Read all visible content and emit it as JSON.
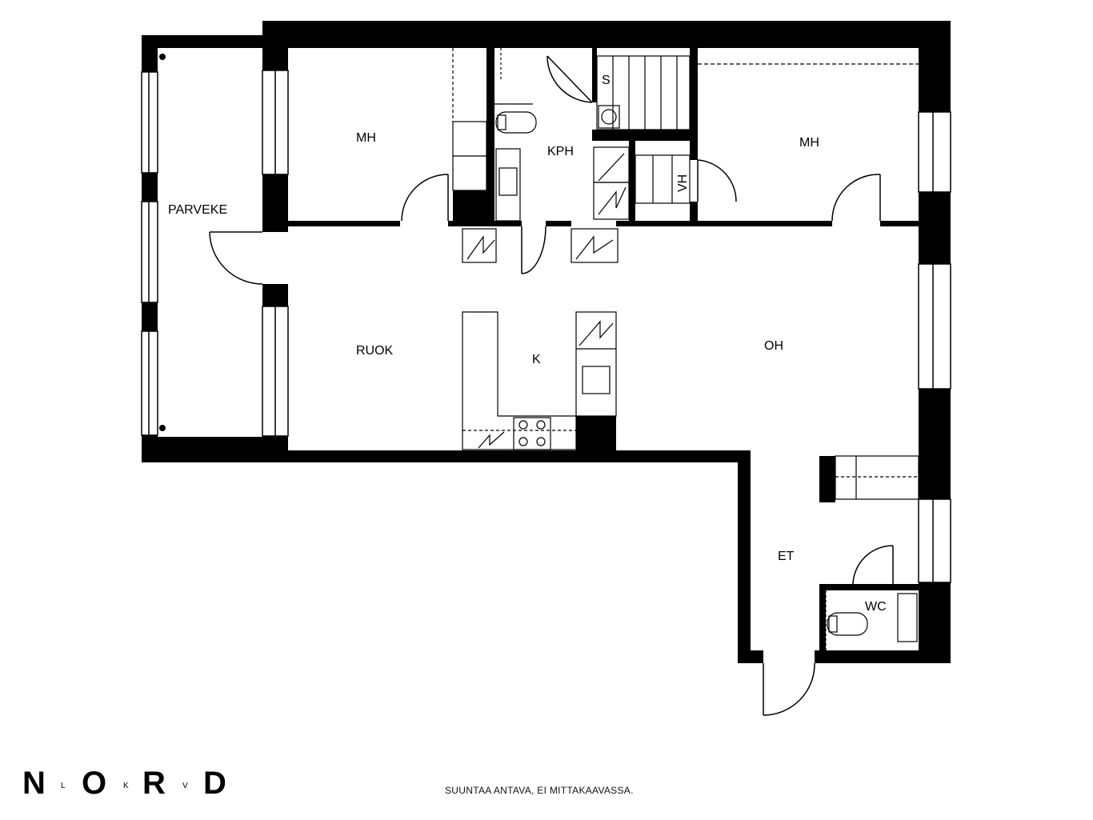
{
  "plan": {
    "rooms": {
      "parveke": "PARVEKE",
      "mh_left": "MH",
      "kph": "KPH",
      "sauna": "S",
      "mh_right": "MH",
      "vh": "VH",
      "ruok": "RUOK",
      "keittio": "K",
      "oh": "OH",
      "et": "ET",
      "wc": "WC"
    },
    "colors": {
      "wall": "#000000",
      "background": "#ffffff",
      "line": "#000000"
    }
  },
  "footer": {
    "note": "SUUNTAA ANTAVA, EI MITTAKAAVASSA.",
    "logo": {
      "letters": [
        "N",
        "L",
        "O",
        "K",
        "R",
        "V",
        "D"
      ],
      "name": "NORD LKV"
    }
  }
}
